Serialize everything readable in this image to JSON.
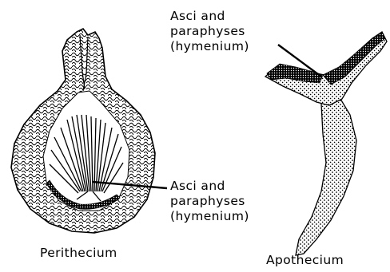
{
  "labels": {
    "hymenium_apothecium": [
      "Asci and",
      "paraphyses",
      "(hymenium)"
    ],
    "hymenium_perithecium": [
      "Asci and",
      "paraphyses",
      "(hymenium)"
    ]
  },
  "captions": {
    "perithecium": "Perithecium",
    "apothecium": "Apothecium"
  },
  "colors": {
    "ink": "#000000",
    "background": "#ffffff"
  }
}
